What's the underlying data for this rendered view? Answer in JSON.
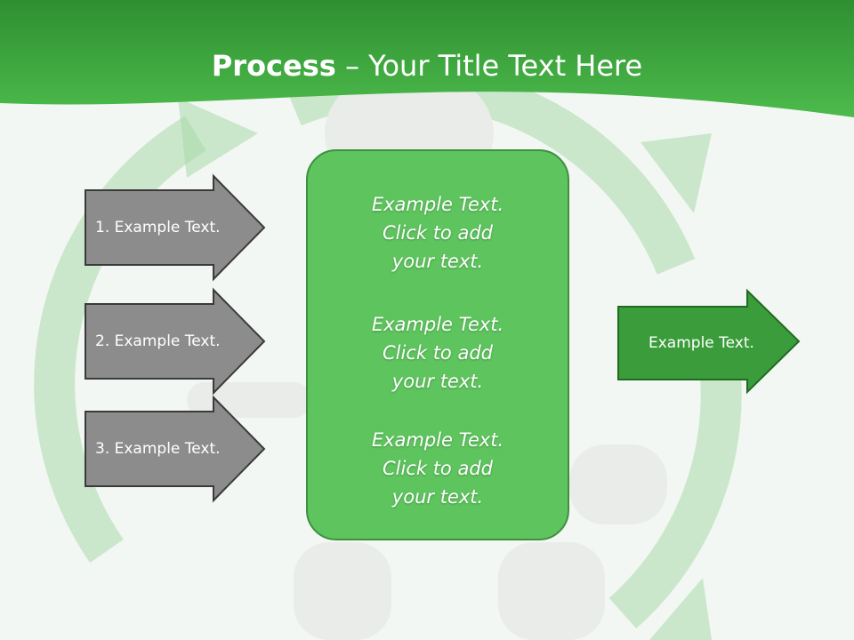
{
  "title": {
    "bold": "Process",
    "rest": " – Your Title Text Here"
  },
  "left_arrows": [
    {
      "label": "1. Example Text."
    },
    {
      "label": "2. Example Text."
    },
    {
      "label": "3. Example Text."
    }
  ],
  "center_box": {
    "blocks": [
      {
        "lines": [
          "Example Text.",
          "Click  to add",
          "your text."
        ]
      },
      {
        "lines": [
          "Example Text.",
          "Click  to add",
          "your text."
        ]
      },
      {
        "lines": [
          "Example Text.",
          "Click  to add",
          "your text."
        ]
      }
    ]
  },
  "right_arrow": {
    "label": "Example Text."
  },
  "colors": {
    "header_green": "#3fae3f",
    "box_green": "#5ec45e",
    "arrow_gray": "#8c8c8c",
    "arrow_green": "#3a9c3a"
  }
}
